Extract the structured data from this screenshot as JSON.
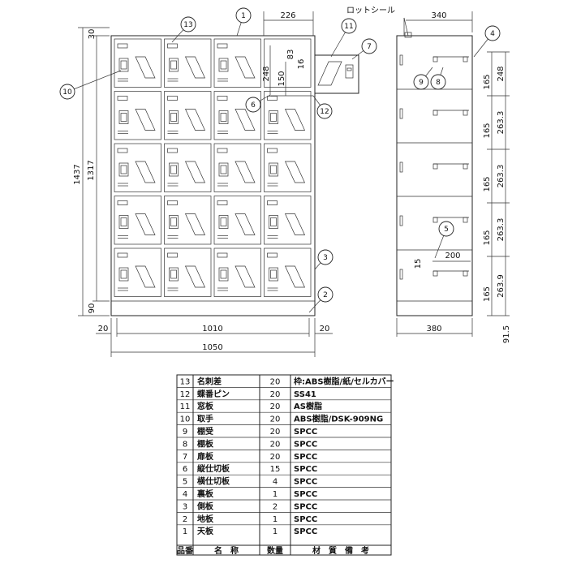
{
  "labels": {
    "seal": "ロットシール"
  },
  "dimensions": {
    "overall_width": "1050",
    "inner_width": "1010",
    "left_side": "20",
    "right_side": "20",
    "overall_height": "1437",
    "body_height": "1317",
    "top_gap": "30",
    "base_height": "90",
    "door_width": "226",
    "door_height": "248",
    "window_height": "150",
    "offset_83": "83",
    "offset_16": "16",
    "side_top": "340",
    "side_depth": "380",
    "side_base": "91.5",
    "shelf_165": "165",
    "h_248": "248",
    "h_263_3": "263.3",
    "h_263_9": "263.9",
    "shelf_200": "200",
    "shelf_15": "15"
  },
  "callouts": [
    "1",
    "2",
    "3",
    "4",
    "5",
    "6",
    "7",
    "8",
    "9",
    "10",
    "11",
    "12",
    "13"
  ],
  "parts_table": {
    "header": {
      "no": "品番",
      "name": "名　称",
      "qty": "数量",
      "material": "材　質　備　考"
    },
    "rows": [
      {
        "no": "13",
        "name": "名刺差",
        "qty": "20",
        "material": "枠:ABS樹脂/紙/セルカバー"
      },
      {
        "no": "12",
        "name": "蝶番ピン",
        "qty": "20",
        "material": "SS41"
      },
      {
        "no": "11",
        "name": "窓板",
        "qty": "20",
        "material": "AS樹脂"
      },
      {
        "no": "10",
        "name": "取手",
        "qty": "20",
        "material": "ABS樹脂/DSK-909NG"
      },
      {
        "no": "9",
        "name": "棚受",
        "qty": "20",
        "material": "SPCC"
      },
      {
        "no": "8",
        "name": "棚板",
        "qty": "20",
        "material": "SPCC"
      },
      {
        "no": "7",
        "name": "扉板",
        "qty": "20",
        "material": "SPCC"
      },
      {
        "no": "6",
        "name": "縦仕切板",
        "qty": "15",
        "material": "SPCC"
      },
      {
        "no": "5",
        "name": "横仕切板",
        "qty": "4",
        "material": "SPCC"
      },
      {
        "no": "4",
        "name": "裏板",
        "qty": "1",
        "material": "SPCC"
      },
      {
        "no": "3",
        "name": "側板",
        "qty": "2",
        "material": "SPCC"
      },
      {
        "no": "2",
        "name": "地板",
        "qty": "1",
        "material": "SPCC"
      },
      {
        "no": "1",
        "name": "天板",
        "qty": "1",
        "material": "SPCC"
      }
    ]
  }
}
